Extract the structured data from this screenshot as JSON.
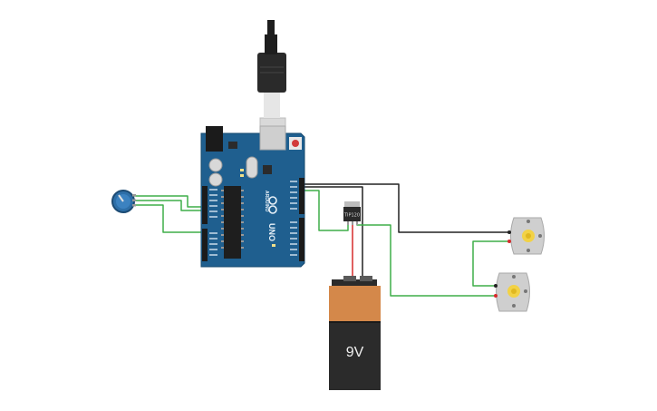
{
  "colors": {
    "background": "#ffffff",
    "board": "#1f5f8f",
    "board_dark": "#16486e",
    "wire_green": "#3fae49",
    "wire_black": "#222222",
    "wire_red": "#d62b2b",
    "battery_top": "#d4884a",
    "battery_body": "#2b2b2b",
    "motor_body": "#cfcfcf",
    "motor_shaft": "#f2d245",
    "pot_knob": "#2e6fa8"
  },
  "arduino": {
    "brand": "ARDUINO",
    "model": "UNO",
    "logo_icon": "infinity-logo-icon"
  },
  "transistor": {
    "label": "TIP120"
  },
  "battery": {
    "label": "9V"
  },
  "usb_cable": {
    "icon": "usb-plug-icon"
  },
  "potentiometer": {
    "icon": "potentiometer-knob-icon"
  },
  "motors": [
    {
      "name": "motor-1",
      "icon": "dc-motor-icon"
    },
    {
      "name": "motor-2",
      "icon": "dc-motor-icon"
    }
  ]
}
